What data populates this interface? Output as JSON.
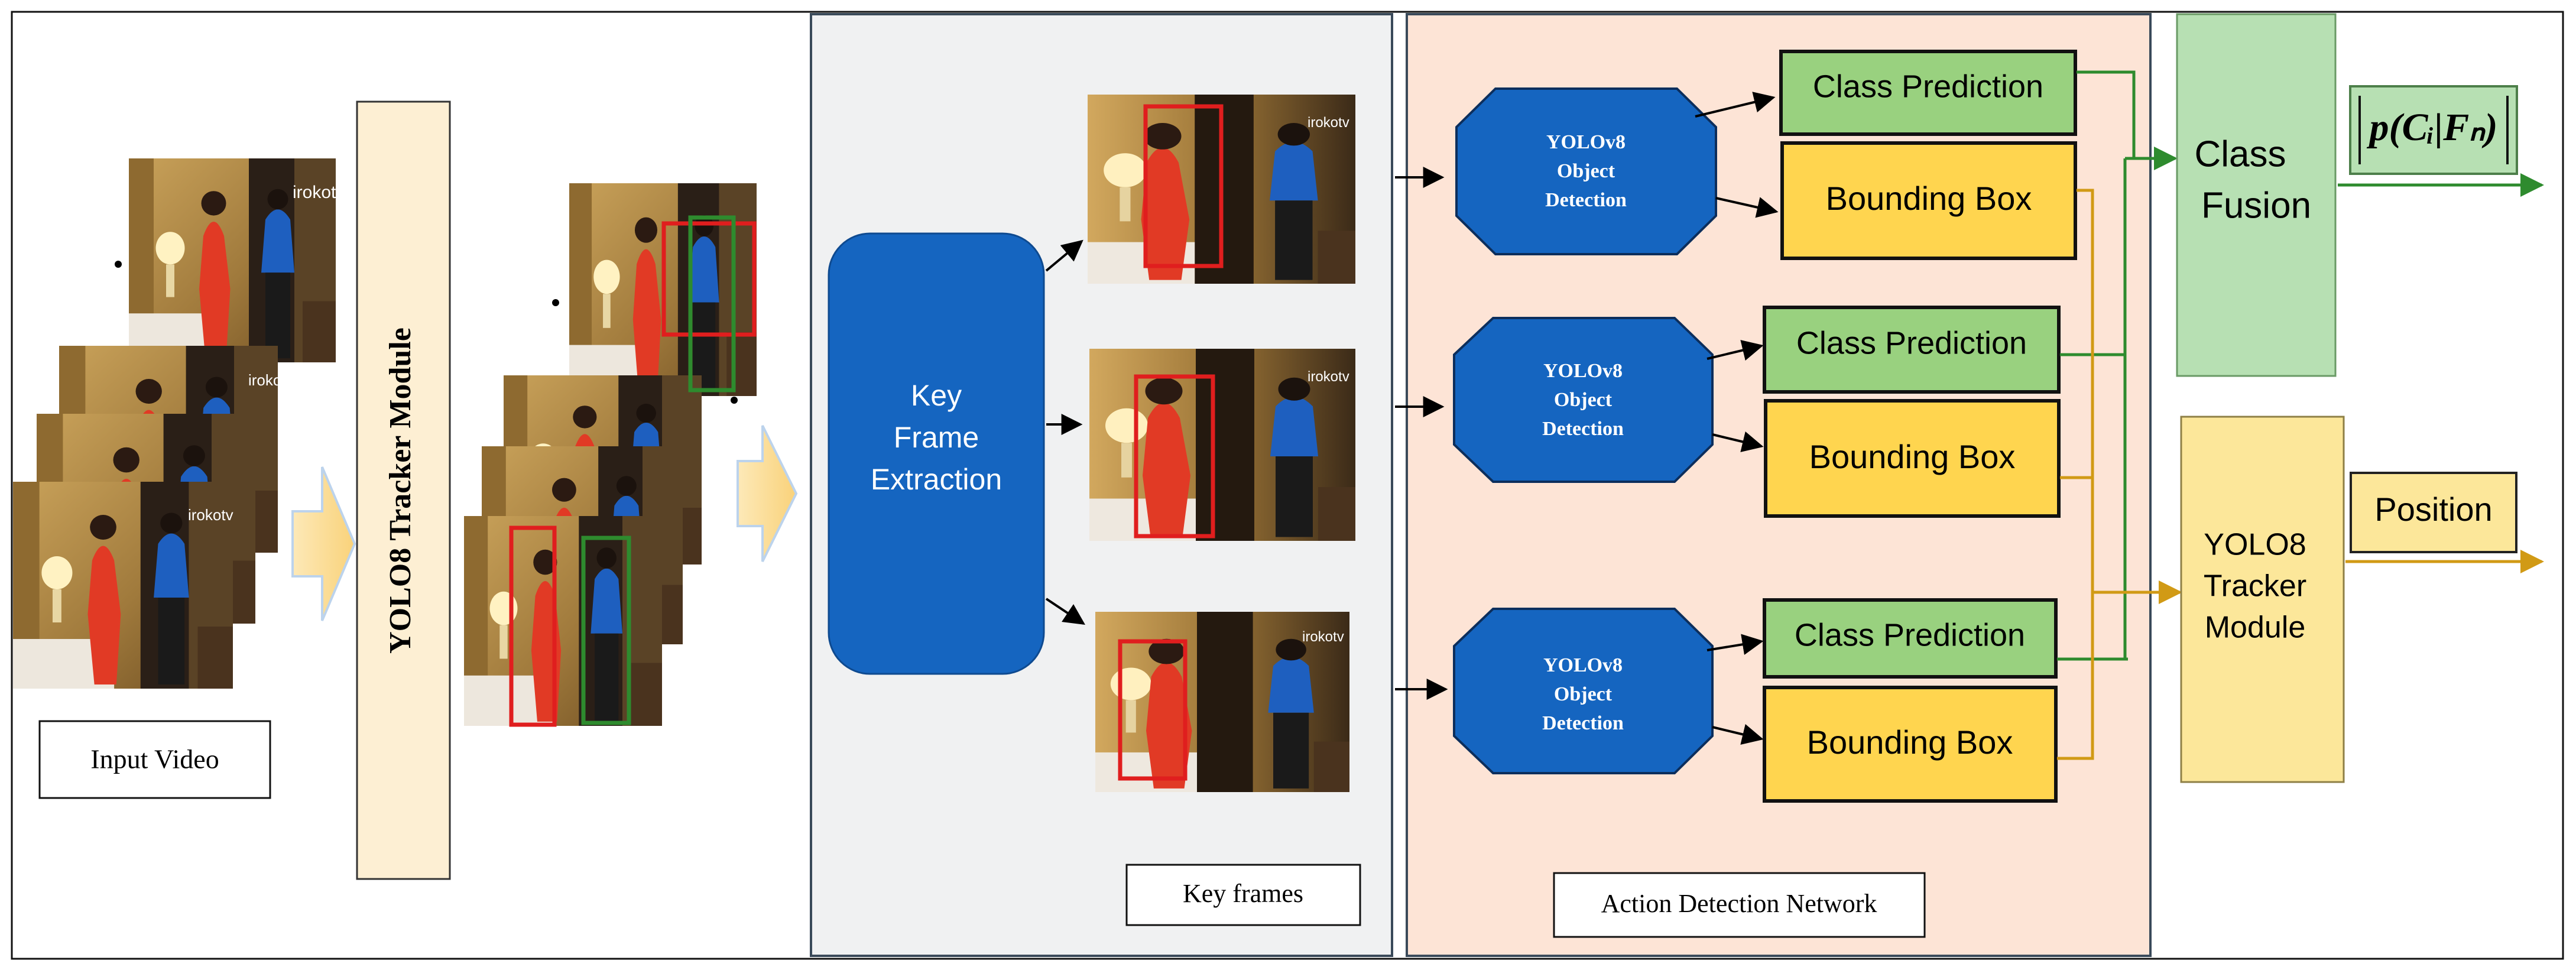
{
  "input_stage": {
    "label": "Input Video",
    "frame_watermark": "irokotv"
  },
  "tracker_stage": {
    "label": "YOLO8 Tracker Module"
  },
  "keyframe_stage": {
    "extractor_label_lines": [
      "Key",
      "Frame",
      "Extraction"
    ],
    "caption": "Key frames"
  },
  "detection_stage": {
    "caption": "Action Detection Network",
    "detectors": [
      {
        "lines": [
          "YOLOv8",
          "Object",
          "Detection"
        ],
        "class_label": "Class Prediction",
        "bbox_label": "Bounding Box"
      },
      {
        "lines": [
          "YOLOv8",
          "Object",
          "Detection"
        ],
        "class_label": "Class Prediction",
        "bbox_label": "Bounding Box"
      },
      {
        "lines": [
          "YOLOv8",
          "Object",
          "Detection"
        ],
        "class_label": "Class Prediction",
        "bbox_label": "Bounding Box"
      }
    ]
  },
  "outputs": {
    "class_fusion_lines": [
      "Class",
      "Fusion"
    ],
    "formula": "p(Cᵢ|Fₙ)",
    "tracker_lines": [
      "YOLO8",
      "Tracker",
      "Module"
    ],
    "position_label": "Position"
  },
  "colors": {
    "accent_blue": "#1565C0",
    "panel_gray": "#F0F1F2",
    "panel_peach": "#FDE4D6",
    "class_green": "#99D17F",
    "bbox_yellow": "#FFD54F",
    "fusion_green": "#B7E0B3",
    "tracker_yellow": "#FCE79A",
    "tracker_bar": "#FDEFD3",
    "green_line": "#2E8B2E",
    "gold_line": "#D19A15",
    "bbox_red": "#E01E1E"
  }
}
